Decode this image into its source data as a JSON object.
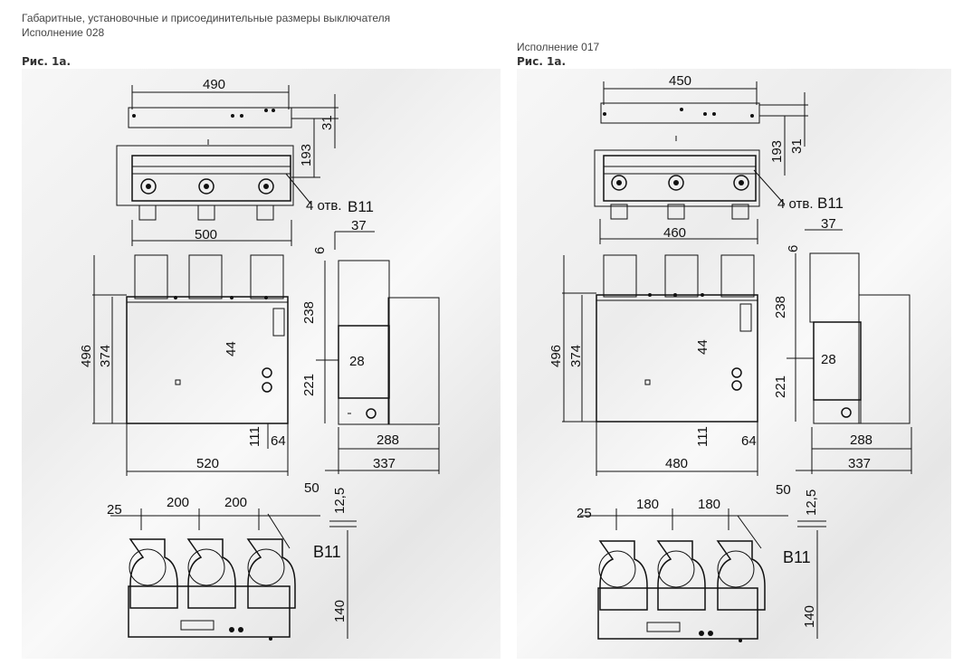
{
  "header": {
    "title": "Габаритные, установочные и присоединительные размеры выключателя",
    "variant_left": "Исполнение 028",
    "variant_right": "Исполнение 017",
    "fig_left": "Рис. 1а.",
    "fig_right": "Рис. 1а."
  },
  "left": {
    "w_top": "490",
    "h_193": "193",
    "h_31": "31",
    "holes_label": "4 отв.",
    "hole_symbol": "B11",
    "w_bottom_top": "500",
    "w_37": "37",
    "h_6": "6",
    "h_238": "238",
    "h_496": "496",
    "h_374": "374",
    "h_44": "44",
    "w_28": "28",
    "h_221": "221",
    "h_111": "111",
    "w_64": "64",
    "w_288": "288",
    "w_520": "520",
    "w_337": "337",
    "w_25": "25",
    "w_200a": "200",
    "w_200b": "200",
    "w_50": "50",
    "h_12_5": "12,5",
    "hole_symbol2": "B11",
    "h_140": "140"
  },
  "right": {
    "w_top": "450",
    "h_193": "193",
    "h_31": "31",
    "holes_label": "4 отв.",
    "hole_symbol": "B11",
    "w_bottom_top": "460",
    "w_37": "37",
    "h_6": "6",
    "h_238": "238",
    "h_496": "496",
    "h_374": "374",
    "h_44": "44",
    "w_28": "28",
    "h_221": "221",
    "h_111": "111",
    "w_64": "64",
    "w_288": "288",
    "w_520": "480",
    "w_337": "337",
    "w_25": "25",
    "w_200a": "180",
    "w_200b": "180",
    "w_50": "50",
    "h_12_5": "12,5",
    "hole_symbol2": "B11",
    "h_140": "140"
  }
}
